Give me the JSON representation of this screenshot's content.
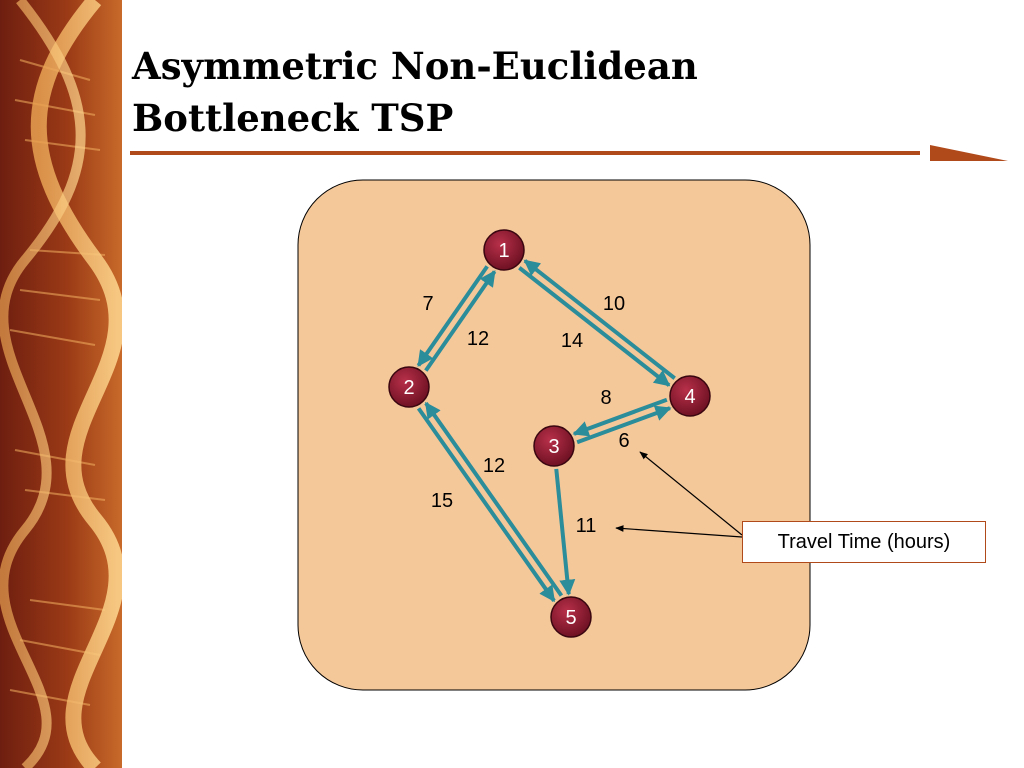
{
  "slide": {
    "title_line1": "Asymmetric Non-Euclidean",
    "title_line2": "Bottleneck TSP"
  },
  "colors": {
    "panel_fill": "#f5c89a",
    "edge": "#2b8c9a",
    "node_fill": "#8b1a2b",
    "accent": "#b14a1b"
  },
  "nodes": [
    {
      "id": "1",
      "label": "1"
    },
    {
      "id": "2",
      "label": "2"
    },
    {
      "id": "3",
      "label": "3"
    },
    {
      "id": "4",
      "label": "4"
    },
    {
      "id": "5",
      "label": "5"
    }
  ],
  "edges": [
    {
      "from": "2",
      "to": "1",
      "weight": "7"
    },
    {
      "from": "1",
      "to": "2",
      "weight": "12"
    },
    {
      "from": "4",
      "to": "1",
      "weight": "10"
    },
    {
      "from": "1",
      "to": "4",
      "weight": "14"
    },
    {
      "from": "3",
      "to": "4",
      "weight": "8"
    },
    {
      "from": "4",
      "to": "3",
      "weight": "6"
    },
    {
      "from": "5",
      "to": "2",
      "weight": "12"
    },
    {
      "from": "2",
      "to": "5",
      "weight": "15"
    },
    {
      "from": "3",
      "to": "5",
      "weight": "11"
    }
  ],
  "legend": {
    "text": "Travel Time (hours)"
  }
}
